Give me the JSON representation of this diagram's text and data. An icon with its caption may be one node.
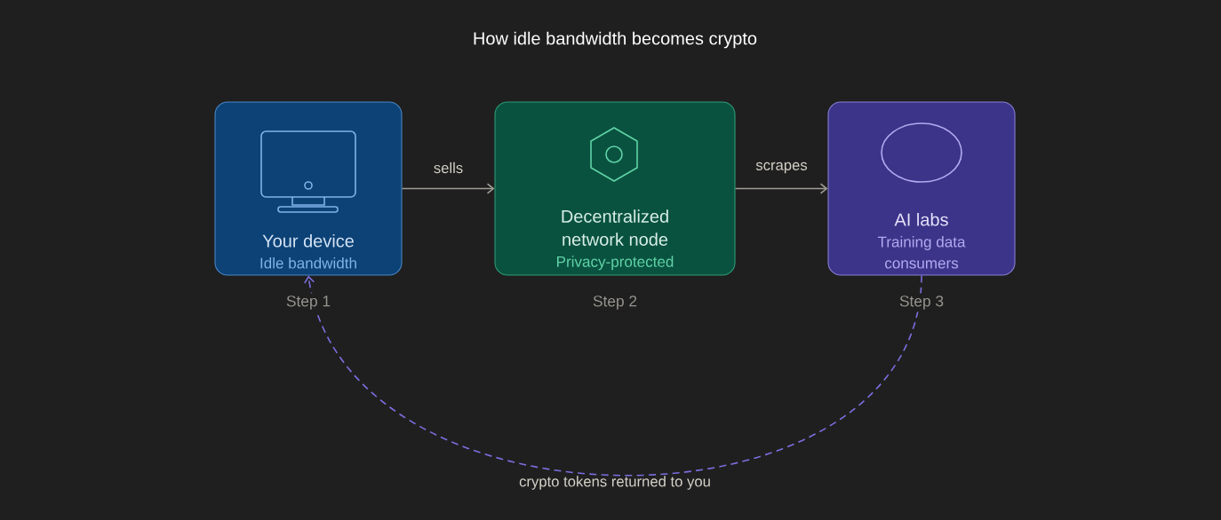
{
  "diagram": {
    "title": "How idle bandwidth becomes crypto",
    "nodes": [
      {
        "text": [
          "Your device",
          "Idle bandwidth"
        ],
        "beside": [
          "Step 1"
        ]
      },
      {
        "text": [
          "Decentralized network node",
          "Privacy-protected"
        ],
        "beside": [
          "Step 2"
        ]
      },
      {
        "text": [
          "AI labs",
          "Training data consumers"
        ],
        "beside": [
          "Step 3"
        ]
      }
    ],
    "edges": [
      {
        "from": 0,
        "to": 1,
        "arrow": "to",
        "label": "sells"
      },
      {
        "from": 1,
        "to": 2,
        "arrow": "to",
        "label": "scrapes"
      },
      {
        "from": 2,
        "to": 0,
        "arrow": "to",
        "label": "crypto tokens returned to you",
        "style": "dashed",
        "color": "#7b6fe0"
      }
    ]
  }
}
